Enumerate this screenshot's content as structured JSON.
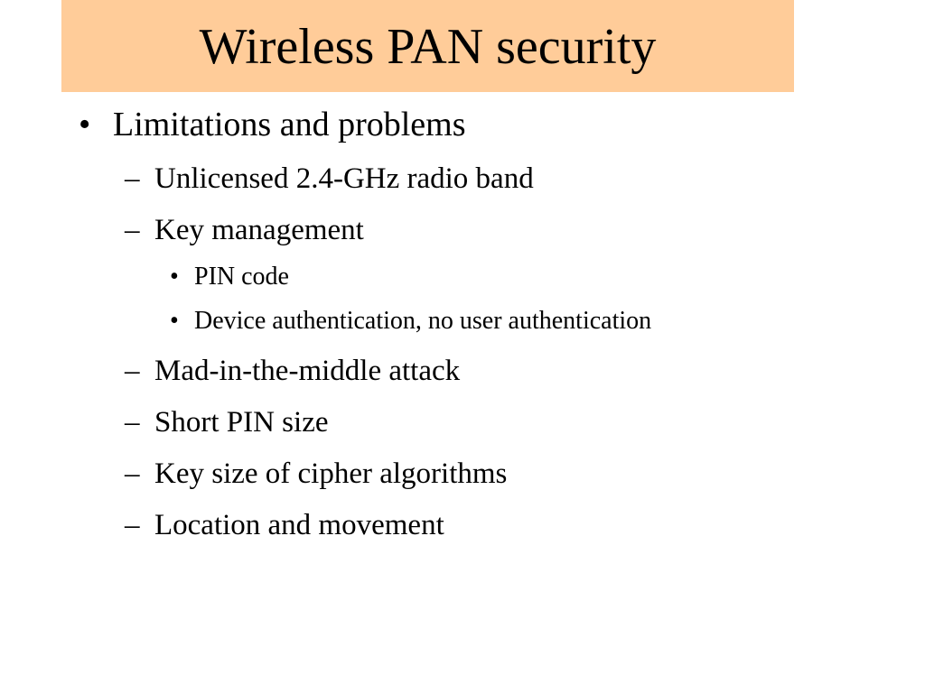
{
  "slide": {
    "title": "Wireless PAN security",
    "bullets": [
      {
        "level": 1,
        "marker": "•",
        "text": "Limitations and problems"
      },
      {
        "level": 2,
        "marker": "–",
        "text": "Unlicensed 2.4-GHz radio band"
      },
      {
        "level": 2,
        "marker": "–",
        "text": "Key management"
      },
      {
        "level": 3,
        "marker": "•",
        "text": "PIN code"
      },
      {
        "level": 3,
        "marker": "•",
        "text": "Device authentication, no user authentication"
      },
      {
        "level": 2,
        "marker": "–",
        "text": "Mad-in-the-middle attack"
      },
      {
        "level": 2,
        "marker": "–",
        "text": "Short PIN size"
      },
      {
        "level": 2,
        "marker": "–",
        "text": "Key size of cipher algorithms"
      },
      {
        "level": 2,
        "marker": "–",
        "text": "Location and movement"
      }
    ]
  },
  "colors": {
    "title_band": "#ffcc99",
    "text": "#000000",
    "background": "#ffffff"
  }
}
